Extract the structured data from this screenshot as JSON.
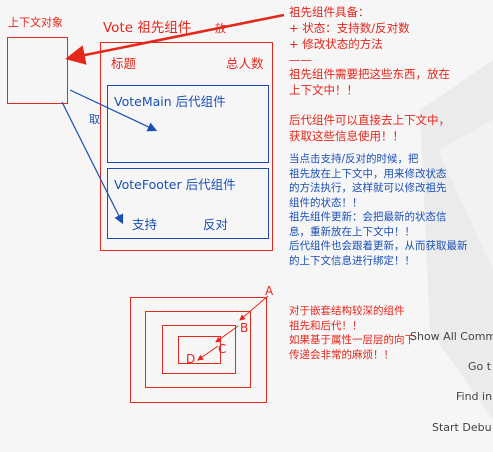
{
  "context_box": {
    "label": "上下文对象"
  },
  "ancestor": {
    "title": "Vote 祖先组件",
    "put_label": "放",
    "get_label": "取"
  },
  "vote": {
    "header_left": "标题",
    "header_right": "总人数",
    "main_label": "VoteMain 后代组件",
    "footer_label": "VoteFooter 后代组件",
    "support_label": "支持",
    "oppose_label": "反对"
  },
  "notes": {
    "ancestor_has": [
      "祖先组件具备：",
      "+ 状态：支持数/反对数",
      "+ 修改状态的方法"
    ],
    "dash": "——",
    "put_context": [
      "祖先组件需要把这些东西，放在",
      "上下文中！！"
    ],
    "descendant_use": [
      "后代组件可以直接去上下文中，",
      "获取这些信息使用！！"
    ],
    "click_flow": [
      "当点击支持/反对的时候，把",
      "祖先放在上下文中，用来修改状态",
      "的方法执行，这样就可以修改祖先",
      "组件的状态！！",
      "祖先组件更新：会把最新的状态信",
      "息，重新放在上下文中！！",
      "后代组件也会跟着更新，从而获取最新",
      "的上下文信息进行绑定！！"
    ],
    "nesting": [
      "对于嵌套结构较深的组件",
      "祖先和后代！！",
      "如果基于属性一层层的向下",
      "传递会非常的麻烦！！"
    ]
  },
  "nested": {
    "a": "A",
    "b": "B",
    "c": "C",
    "d": "D"
  },
  "commands": [
    "Show All Comm",
    "Go t",
    "Find in",
    "Start Debu"
  ],
  "colors": {
    "red": "#e5261b",
    "blue": "#1a4fb5",
    "background": "#f6f6f6"
  }
}
